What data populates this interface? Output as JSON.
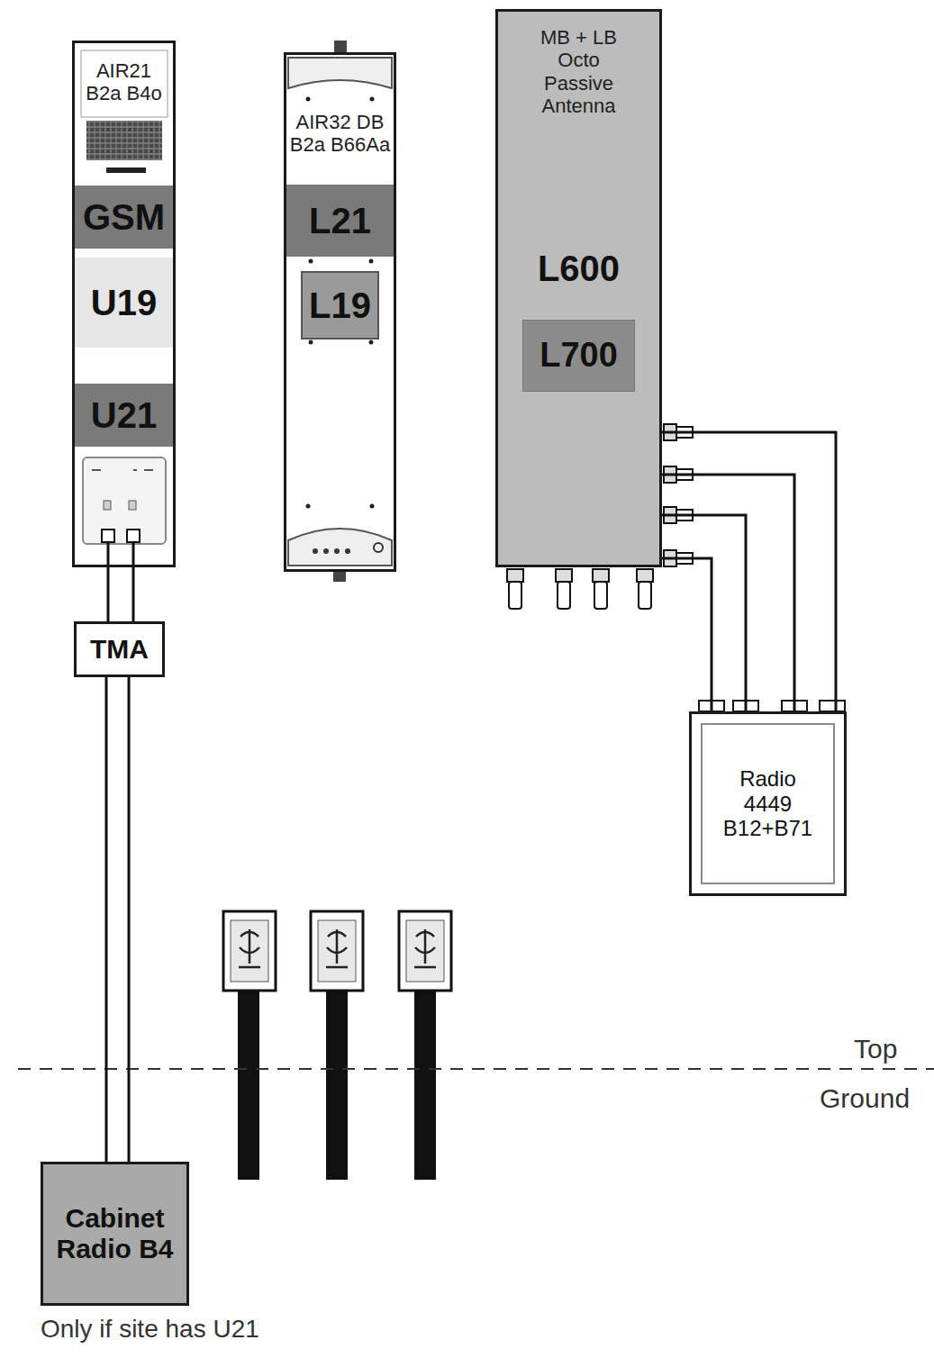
{
  "diagram": {
    "nodes": [
      {
        "text": [
          "AIR21 B2a B4o"
        ]
      },
      {
        "text": [
          "GSM"
        ],
        "in": 0
      },
      {
        "text": [
          "U19"
        ],
        "in": 0
      },
      {
        "text": [
          "U21"
        ],
        "in": 0
      },
      {
        "text": [
          "AIR32 DB B2a B66Aa"
        ]
      },
      {
        "text": [
          "L21"
        ],
        "in": 4
      },
      {
        "text": [
          "L19"
        ],
        "in": 4
      },
      {
        "text": [
          "MB + LB Octo Passive Antenna"
        ]
      },
      {
        "text": [
          "L600"
        ],
        "in": 7
      },
      {
        "text": [
          "L700"
        ],
        "in": 7
      },
      {
        "text": [
          "TMA"
        ]
      },
      {
        "text": [
          "Radio 4449 B12+B71"
        ]
      },
      {
        "text": [
          "Cabinet Radio B4"
        ]
      }
    ],
    "edges": [
      {
        "from": 0,
        "to": 10,
        "arrow": "none"
      },
      {
        "from": 0,
        "to": 10,
        "arrow": "none"
      },
      {
        "from": 10,
        "to": 12,
        "arrow": "none"
      },
      {
        "from": 10,
        "to": 12,
        "arrow": "none"
      },
      {
        "from": 7,
        "to": 11,
        "arrow": "none"
      },
      {
        "from": 7,
        "to": 11,
        "arrow": "none"
      },
      {
        "from": 7,
        "to": 11,
        "arrow": "none"
      },
      {
        "from": 7,
        "to": 11,
        "arrow": "none"
      }
    ],
    "labels": [
      "Top",
      "Ground",
      "Only if site has U21"
    ]
  }
}
